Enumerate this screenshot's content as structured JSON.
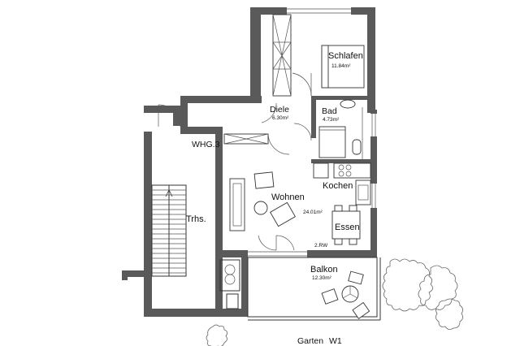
{
  "rooms": [
    {
      "id": "schlafen",
      "name": "Schlafen",
      "area": "11.84m²"
    },
    {
      "id": "bad",
      "name": "Bad",
      "area": "4.73m²"
    },
    {
      "id": "diele",
      "name": "Diele",
      "area": "6.30m²"
    },
    {
      "id": "wohnen",
      "name": "Wohnen",
      "area": "24.01m²"
    },
    {
      "id": "kochen",
      "name": "Kochen",
      "area": ""
    },
    {
      "id": "essen",
      "name": "Essen",
      "area": ""
    },
    {
      "id": "balkon",
      "name": "Balkon",
      "area": "12.30m²"
    }
  ],
  "labels": {
    "unit": "WHG.3",
    "stairs": "Trhs.",
    "garden": "Garten",
    "garden_unit": "W1",
    "rw": "2.RW"
  },
  "colors": {
    "wall": "#5a5a5a",
    "line": "#333333"
  }
}
